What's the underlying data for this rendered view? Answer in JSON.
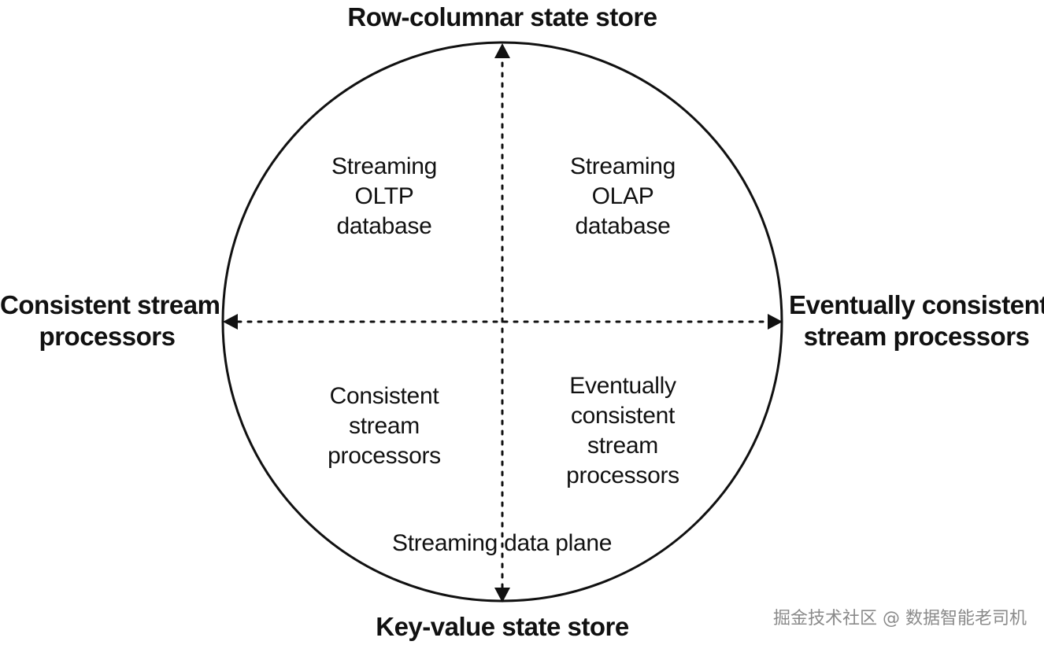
{
  "axes": {
    "top": "Row-columnar state store",
    "bottom": "Key-value state store",
    "left": [
      "Consistent stream",
      "processors"
    ],
    "right": [
      "Eventually consistent",
      "stream processors"
    ]
  },
  "quadrants": {
    "top_left": [
      "Streaming",
      "OLTP",
      "database"
    ],
    "top_right": [
      "Streaming",
      "OLAP",
      "database"
    ],
    "bottom_left": [
      "Consistent",
      "stream",
      "processors"
    ],
    "bottom_right": [
      "Eventually",
      "consistent",
      "stream",
      "processors"
    ]
  },
  "center_label": "Streaming data plane",
  "watermark": "掘金技术社区 @ 数据智能老司机"
}
